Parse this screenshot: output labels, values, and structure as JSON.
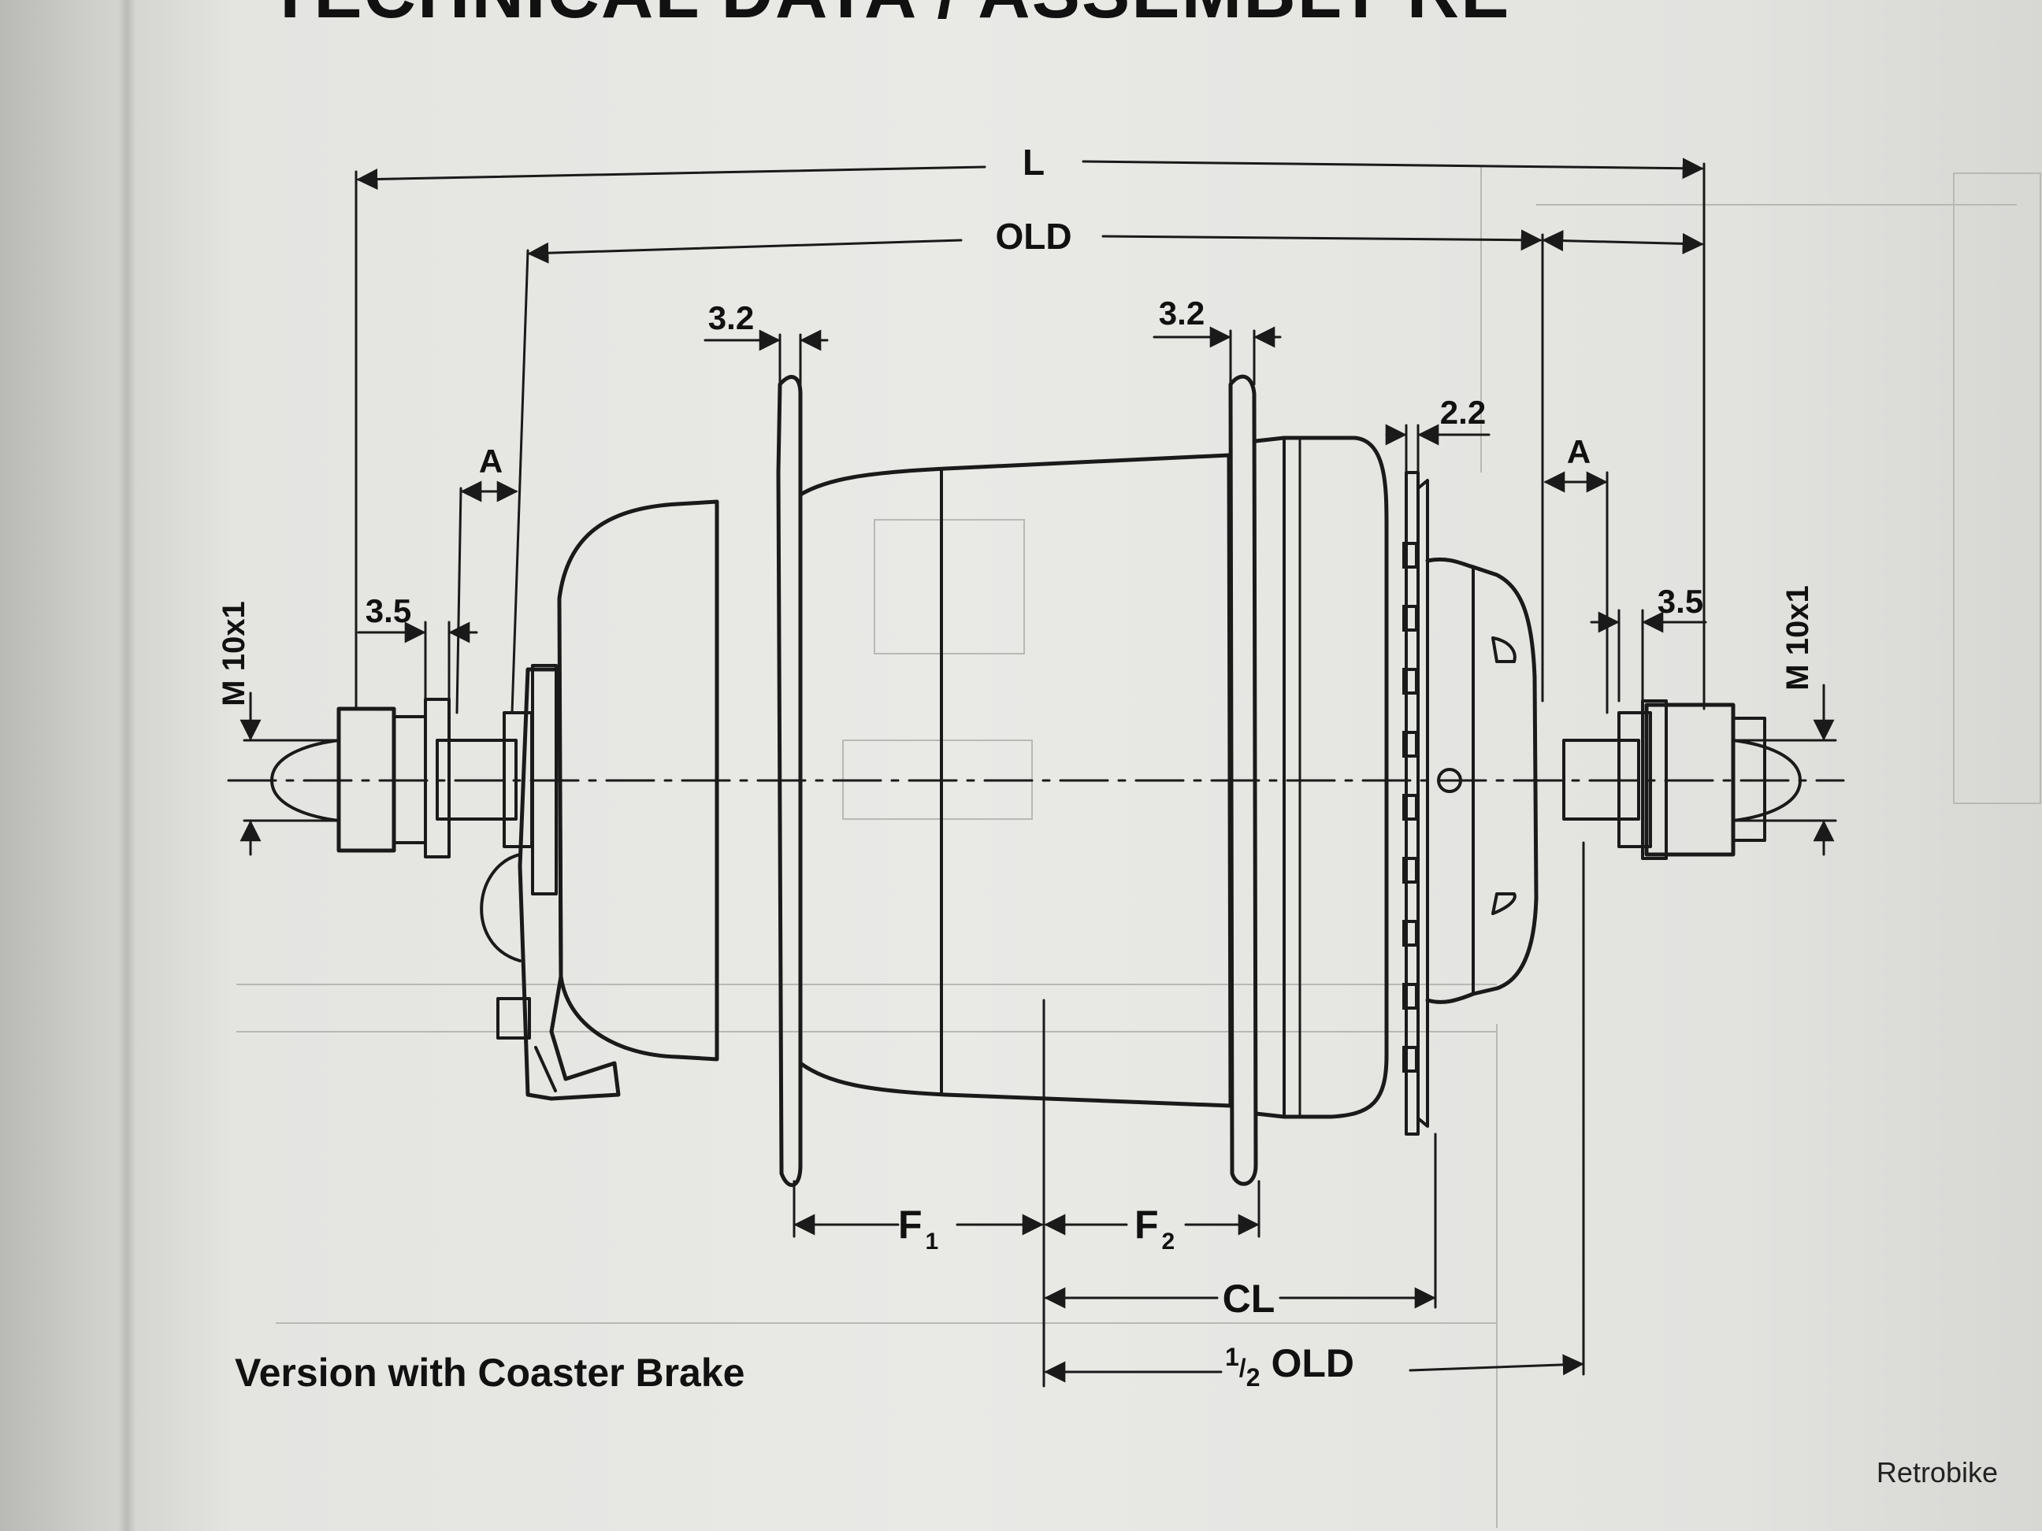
{
  "header": {
    "title_partial": "TECHNICAL DATA / ASSEMBLY RE"
  },
  "dimensions": {
    "overall_length": "L",
    "over_locknut_dimension": "OLD",
    "flange_width_left": "3.2",
    "flange_width_right": "3.2",
    "sprocket_width": "2.2",
    "spacing_left": "A",
    "spacing_right": "A",
    "washer_left": "3.5",
    "washer_right": "3.5",
    "thread_left": "M 10x1",
    "thread_right": "M 10x1",
    "flange_offset_1": "F",
    "flange_offset_1_sub": "1",
    "flange_offset_2": "F",
    "flange_offset_2_sub": "2",
    "chain_line": "CL",
    "half_old_num": "1",
    "half_old_den": "2",
    "half_old_label": "OLD"
  },
  "caption": "Version with Coaster Brake",
  "watermark": "Retrobike",
  "colors": {
    "ink": "#111111",
    "paper": "#e6e6e3"
  }
}
